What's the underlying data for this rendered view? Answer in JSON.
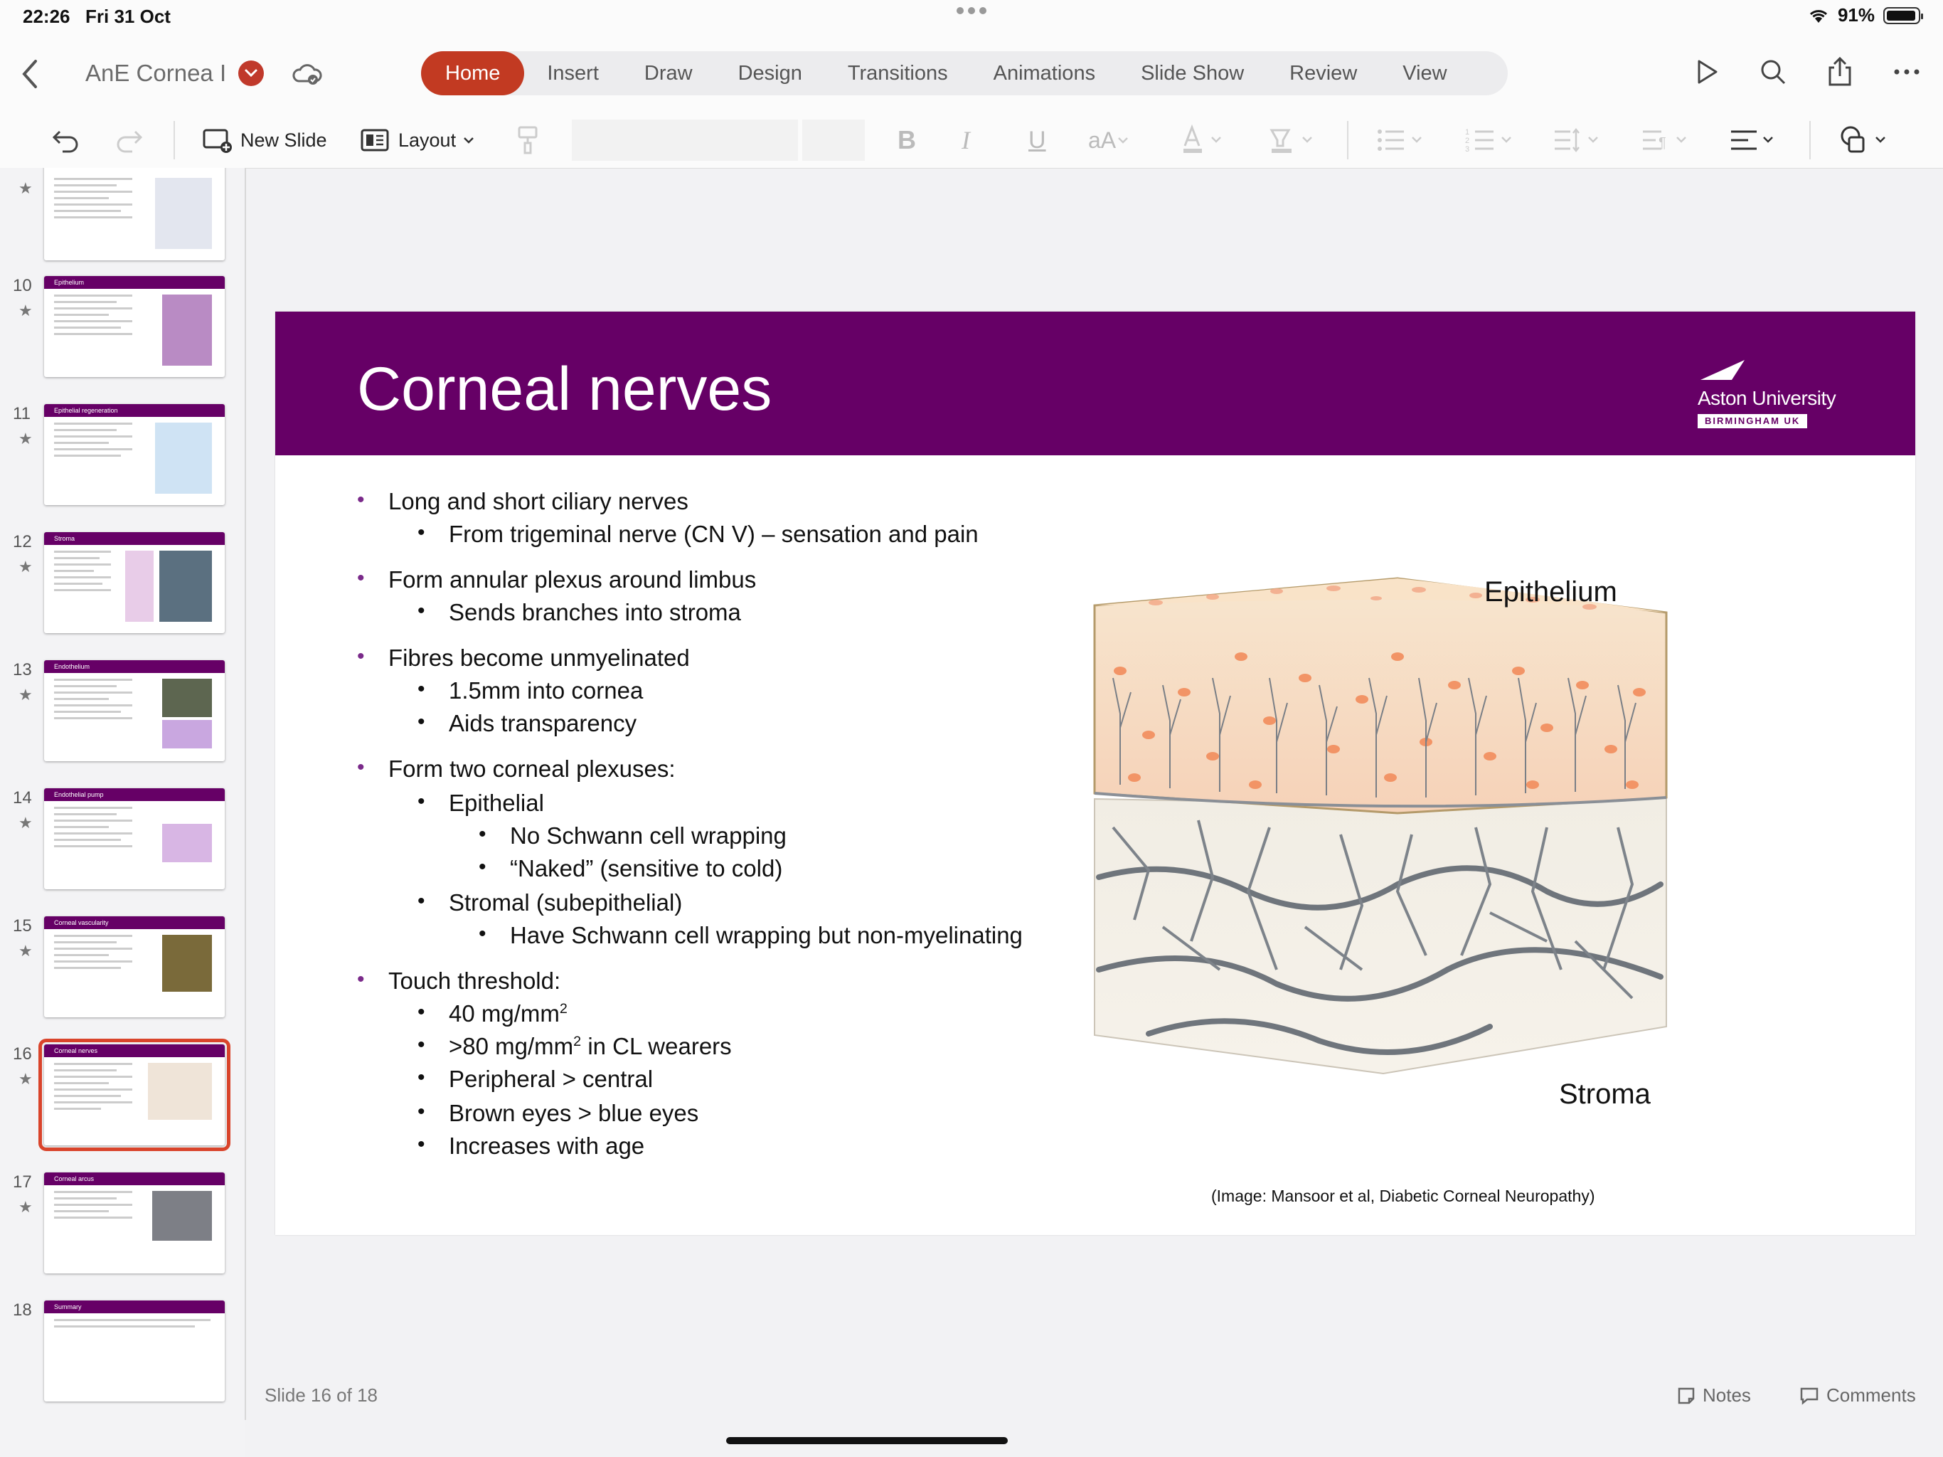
{
  "status": {
    "time": "22:26",
    "date": "Fri 31 Oct",
    "battery": "91%"
  },
  "titlebar": {
    "doc_title": "AnE Cornea I",
    "tabs": [
      "Home",
      "Insert",
      "Draw",
      "Design",
      "Transitions",
      "Animations",
      "Slide Show",
      "Review",
      "View"
    ],
    "active_tab": "Home"
  },
  "ribbon": {
    "new_slide": "New Slide",
    "layout": "Layout"
  },
  "thumbnails": [
    {
      "num": "",
      "title": ""
    },
    {
      "num": "10",
      "title": "Epithelium"
    },
    {
      "num": "11",
      "title": "Epithelial regeneration"
    },
    {
      "num": "12",
      "title": "Stroma"
    },
    {
      "num": "13",
      "title": "Endothelium"
    },
    {
      "num": "14",
      "title": "Endothelial pump"
    },
    {
      "num": "15",
      "title": "Corneal vascularity"
    },
    {
      "num": "16",
      "title": "Corneal nerves"
    },
    {
      "num": "17",
      "title": "Corneal arcus"
    },
    {
      "num": "18",
      "title": "Summary"
    }
  ],
  "slide": {
    "title": "Corneal nerves",
    "logo_name": "Aston University",
    "logo_sub": "BIRMINGHAM UK",
    "bullets": [
      "Long and short ciliary nerves",
      "From trigeminal nerve (CN V) – sensation and pain",
      "Form annular plexus around limbus",
      "Sends branches into stroma",
      "Fibres become unmyelinated",
      "1.5mm into cornea",
      "Aids transparency",
      "Form two corneal plexuses:",
      "Epithelial",
      "No Schwann cell wrapping",
      "“Naked” (sensitive to cold)",
      "Stromal (subepithelial)",
      "Have Schwann cell wrapping but non-myelinating",
      "Touch threshold:",
      "40 mg/mm",
      ">80 mg/mm",
      " in CL wearers",
      "Peripheral > central",
      "Brown eyes > blue eyes",
      "Increases with age"
    ],
    "superscript": "2",
    "figure_label_top": "Epithelium",
    "figure_label_bottom": "Stroma",
    "caption": "(Image: Mansoor et al, Diabetic Corneal Neuropathy)"
  },
  "footer": {
    "slide_count": "Slide 16 of 18",
    "notes": "Notes",
    "comments": "Comments"
  },
  "colors": {
    "accent": "#c23a22",
    "brand": "#660066"
  }
}
